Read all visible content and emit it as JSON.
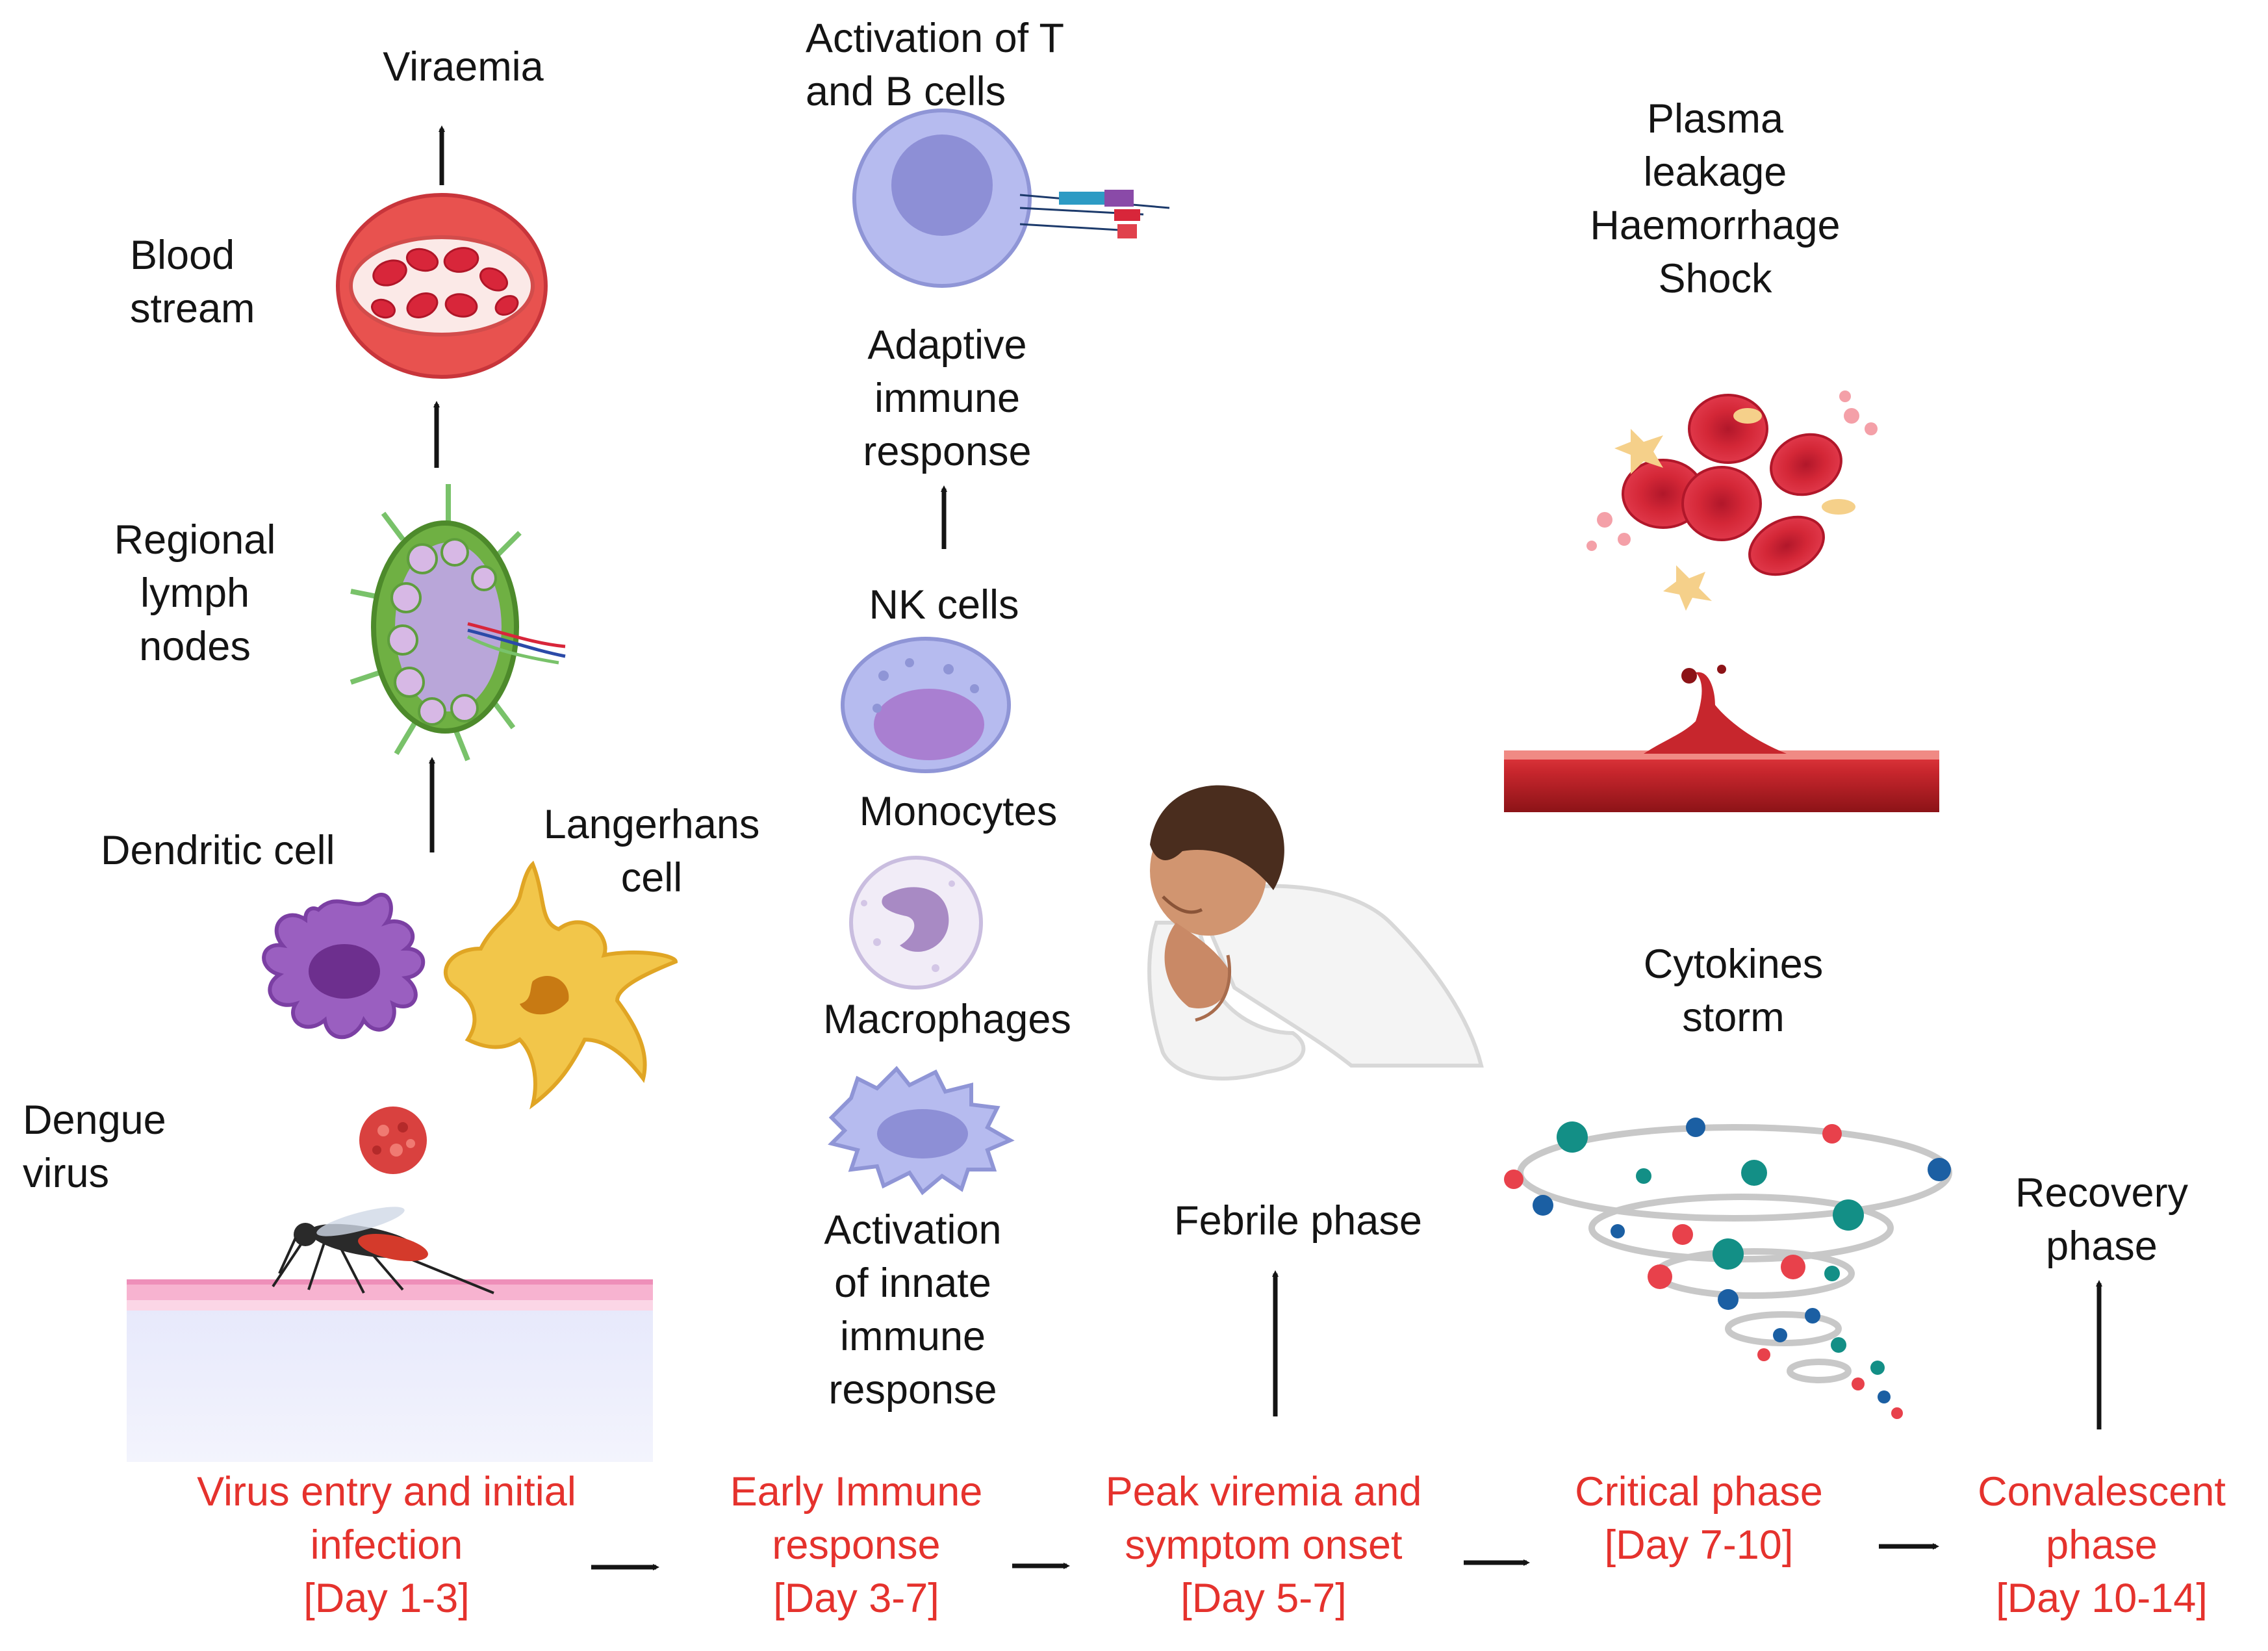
{
  "diagram": {
    "colors": {
      "phase_text": "#e5322d",
      "label_text": "#141414",
      "arrow": "#141414",
      "blood_red": "#d8263a",
      "dendritic": "#9a5fc0",
      "langerhans": "#f2c64a",
      "lymph_node": "#6fb043",
      "lymphocyte": "#a7a9e6",
      "vessel": "#9e1b1f",
      "skin_pink": "#f6a6c8"
    },
    "icons": [
      "mosquito-icon",
      "skin-layer-icon",
      "dengue-virus-icon",
      "dendritic-cell-icon",
      "langerhans-cell-icon",
      "lymph-node-icon",
      "blood-vessel-icon",
      "t-b-cell-icon",
      "nk-cell-icon",
      "monocyte-icon",
      "macrophage-icon",
      "sick-patient-icon",
      "blood-cells-icon",
      "haemorrhage-vessel-icon",
      "cytokine-storm-icon"
    ],
    "labels": {
      "viraemia": "Viraemia",
      "blood_stream": [
        "Blood",
        "stream"
      ],
      "lymph_nodes": [
        "Regional",
        "lymph",
        "nodes"
      ],
      "dendritic_cell": "Dendritic cell",
      "langerhans_cell": [
        "Langerhans",
        "cell"
      ],
      "dengue_virus": [
        "Dengue",
        "virus"
      ],
      "tb_activation": [
        "Activation of T",
        "and B cells"
      ],
      "adaptive": [
        "Adaptive",
        "immune",
        "response"
      ],
      "nk_cells": "NK cells",
      "monocytes": "Monocytes",
      "macrophages": "Macrophages",
      "innate": [
        "Activation",
        "of innate",
        "immune",
        "response"
      ],
      "plasma": [
        "Plasma",
        "leakage",
        "Haemorrhage",
        "Shock"
      ],
      "febrile": "Febrile phase",
      "cytokines": [
        "Cytokines",
        "storm"
      ],
      "recovery": [
        "Recovery",
        "phase"
      ]
    },
    "phases": [
      {
        "lines": [
          "Virus entry and initial",
          "infection",
          "[Day 1-3]"
        ]
      },
      {
        "lines": [
          "Early Immune",
          "response",
          "[Day 3-7]"
        ]
      },
      {
        "lines": [
          "Peak viremia and",
          "symptom onset",
          "[Day 5-7]"
        ]
      },
      {
        "lines": [
          "Critical phase",
          "[Day 7-10]"
        ]
      },
      {
        "lines": [
          "Convalescent",
          "phase",
          "[Day 10-14]"
        ]
      }
    ]
  }
}
